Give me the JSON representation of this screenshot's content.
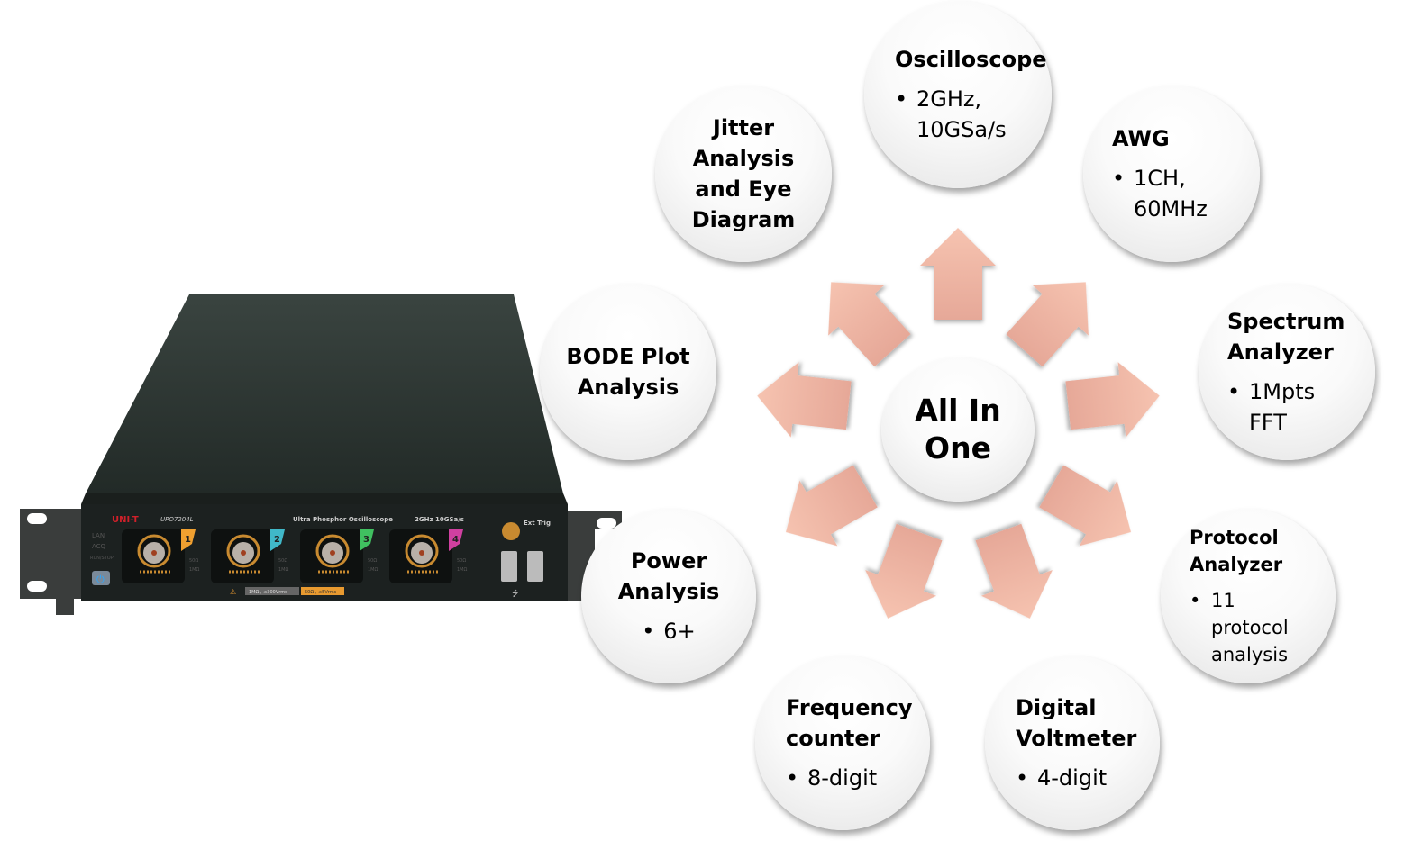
{
  "colors": {
    "arrow": "#f2b5a0",
    "bubble": "#f4f4f4",
    "device_body": "#2c3430",
    "brand": "#d0202a"
  },
  "center": {
    "title": "All In One"
  },
  "features": [
    {
      "id": "oscilloscope",
      "title": "Oscilloscope",
      "bullets": [
        "2GHz, 10GSa/s"
      ]
    },
    {
      "id": "awg",
      "title": "AWG",
      "bullets": [
        "1CH, 60MHz"
      ]
    },
    {
      "id": "spectrum",
      "title": "Spectrum Analyzer",
      "bullets": [
        "1Mpts FFT"
      ]
    },
    {
      "id": "protocol",
      "title": "Protocol Analyzer",
      "bullets": [
        "11 protocol analysis"
      ]
    },
    {
      "id": "dvm",
      "title": "Digital Voltmeter",
      "bullets": [
        "4-digit"
      ]
    },
    {
      "id": "frequency",
      "title": "Frequency counter",
      "bullets": [
        "8-digit"
      ]
    },
    {
      "id": "power",
      "title": "Power Analysis",
      "bullets": [
        "6+"
      ]
    },
    {
      "id": "bode",
      "title": "BODE Plot Analysis",
      "bullets": []
    },
    {
      "id": "jitter",
      "title": "Jitter Analysis and Eye Diagram",
      "bullets": []
    }
  ],
  "device": {
    "brand": "UNI-T",
    "model": "UPO7204L",
    "type": "Ultra Phosphor Oscilloscope",
    "spec": "2GHz 10GSa/s",
    "ext_trig": "Ext Trig",
    "leds": [
      "LAN",
      "ACQ",
      "RUN/STOP"
    ],
    "channels": [
      {
        "n": "1",
        "color": "#f0a030"
      },
      {
        "n": "2",
        "color": "#40b8c8"
      },
      {
        "n": "3",
        "color": "#40c060"
      },
      {
        "n": "4",
        "color": "#d040a0"
      }
    ],
    "impedance": [
      "50Ω",
      "1MΩ"
    ],
    "warn_1m": "1MΩ , ≤300Vrms",
    "warn_50": "50Ω , ≤5Vrms"
  }
}
